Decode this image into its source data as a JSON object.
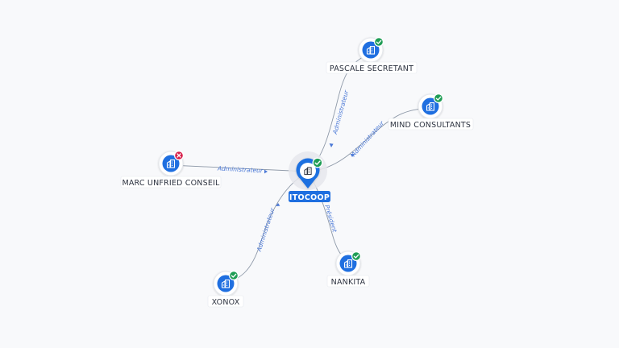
{
  "colors": {
    "node_blue": "#1f6fe0",
    "active_green": "#1f9d55",
    "inactive_red": "#d61f4a",
    "edge": "#8e99a8",
    "edge_label": "#4a78d6"
  },
  "center": {
    "label": "ITOCOOP",
    "icon": "building-icon",
    "status": "active"
  },
  "nodes": [
    {
      "id": "pascale",
      "label": "PASCALE SECRETANT",
      "status": "active",
      "icon": "building-icon"
    },
    {
      "id": "mind",
      "label": "MIND CONSULTANTS",
      "status": "active",
      "icon": "building-icon"
    },
    {
      "id": "marc",
      "label": "MARC UNFRIED CONSEIL",
      "status": "inactive",
      "icon": "building-icon"
    },
    {
      "id": "xonox",
      "label": "XONOX",
      "status": "active",
      "icon": "building-icon"
    },
    {
      "id": "nankita",
      "label": "NANKITA",
      "status": "active",
      "icon": "building-icon"
    }
  ],
  "edges": [
    {
      "from": "pascale",
      "label": "Administrateur"
    },
    {
      "from": "mind",
      "label": "Administrateur"
    },
    {
      "from": "marc",
      "label": "Administrateur"
    },
    {
      "from": "xonox",
      "label": "Administrateur"
    },
    {
      "from": "nankita",
      "label": "Président"
    }
  ]
}
